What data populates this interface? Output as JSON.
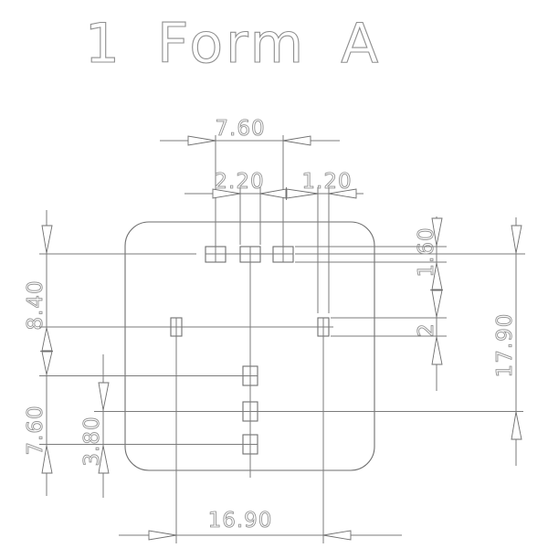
{
  "title": "1 Form A",
  "dims": {
    "top_span": "7.60",
    "top_pad_width": "2.20",
    "top_small_pad_width": "1.20",
    "right_pad_height": "1.60",
    "right_mid_pad_height": "2",
    "right_overall": "17.90",
    "left_upper": "8.40",
    "left_lower": "7.60",
    "left_inner": "3.80",
    "bottom_span": "16.90"
  },
  "colors": {
    "line": "#7b7b7b",
    "text": "#8d8d8d",
    "background": "#ffffff"
  }
}
